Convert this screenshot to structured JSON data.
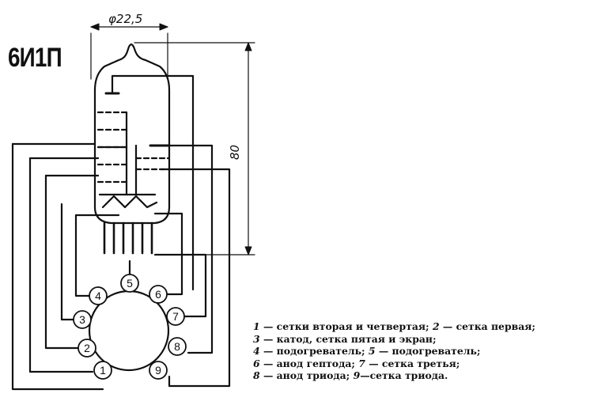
{
  "title": "6И1П",
  "dimensions": {
    "diameter": "φ22,5",
    "height": "80"
  },
  "pins": [
    "1",
    "2",
    "3",
    "4",
    "5",
    "6",
    "7",
    "8",
    "9"
  ],
  "legend": [
    {
      "n": "1",
      "text": " — сетки вторая и четвертая; "
    },
    {
      "n": "2",
      "text": " — сетка первая; "
    },
    {
      "n": "3",
      "text": " — катод, сетка пятая и экран; "
    },
    {
      "n": "4",
      "text": " — подогреватель; "
    },
    {
      "n": "5",
      "text": " — подогреватель; "
    },
    {
      "n": "6",
      "text": " — анод гептода; "
    },
    {
      "n": "7",
      "text": " — сетка третья; "
    },
    {
      "n": "8",
      "text": " — анод триода; "
    },
    {
      "n": "9",
      "text": "—сетка триода."
    }
  ]
}
